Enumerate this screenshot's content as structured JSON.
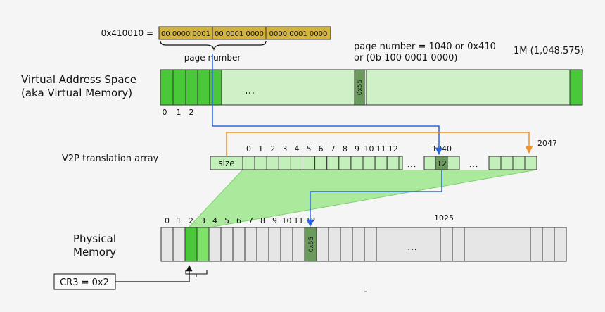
{
  "address": {
    "label": "0x410010 =",
    "bits": [
      "00 0000 0001",
      "00 0001 0000",
      "0000 0001 0000"
    ]
  },
  "page_number_caption": "page number",
  "page_number_note": [
    "page number = 1040 or 0x410",
    "or (0b 100 0001 0000)"
  ],
  "vas": {
    "title": [
      "Virtual Address Space",
      "(aka Virtual Memory)"
    ],
    "count_label": "1M (1,048,575)",
    "ellipsis": "...",
    "marked_page": "0x55",
    "indices": [
      "0",
      "1",
      "2"
    ]
  },
  "v2p": {
    "title": "V2P translation array",
    "size_label": "size",
    "indices": [
      "0",
      "1",
      "2",
      "3",
      "4",
      "5",
      "6",
      "7",
      "8",
      "9",
      "10",
      "11",
      "12"
    ],
    "entry_label": "1040",
    "entry_value": "12",
    "end_label": "2047",
    "ellipsis": "..."
  },
  "physical": {
    "title": [
      "Physical",
      "Memory"
    ],
    "indices": [
      "0",
      "1",
      "2",
      "3",
      "4",
      "5",
      "6",
      "7",
      "8",
      "9",
      "10",
      "11",
      "12"
    ],
    "frame_label": "1025",
    "marked_page": "0x55",
    "ellipsis": "..."
  },
  "cr3": {
    "label": "CR3 = 0x2"
  },
  "colors": {
    "green_dark": "#4bc83a",
    "green_light": "#cff1c8",
    "green_mid": "#7fe06a",
    "green_cell": "#c2efba",
    "marker": "#6b9b5c",
    "gold": "#d4b33c",
    "phys_cell": "#e6e6e6",
    "blue_arrow": "#2a66e0",
    "orange_arrow": "#f0922a"
  }
}
